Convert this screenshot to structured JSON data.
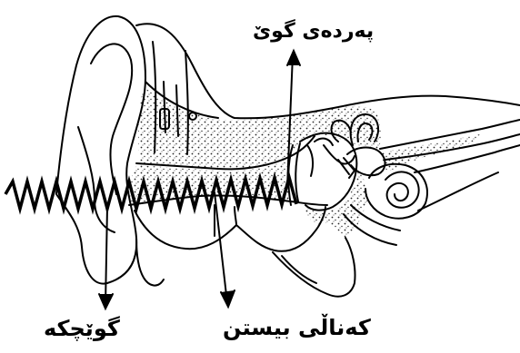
{
  "diagram": {
    "labels": {
      "eardrum": "پەردەی گوێ",
      "ear_canal": "کەناڵی بیستن",
      "auricle": "گوێچکە"
    },
    "colors": {
      "ink": "#000000",
      "background": "#ffffff"
    }
  }
}
